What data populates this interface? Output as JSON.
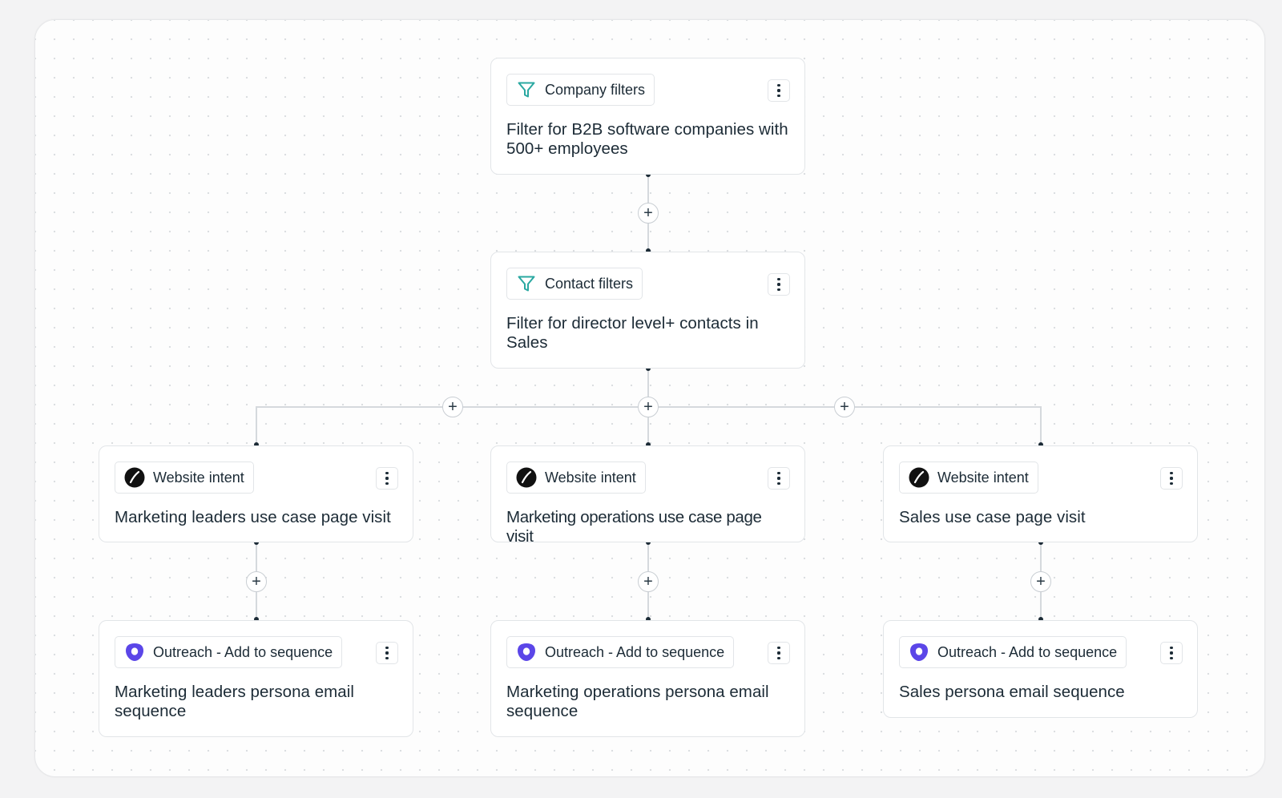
{
  "colors": {
    "filter_icon": "#2aa8a1",
    "outreach_icon": "#5b46e8",
    "intent_icon": "#111111",
    "connector": "#d5d9dd",
    "dot": "#1c2b36"
  },
  "nodes": {
    "company": {
      "chip_label": "Company filters",
      "icon": "funnel-filter-icon",
      "description": "Filter for B2B software companies with 500+ employees"
    },
    "contact": {
      "chip_label": "Contact filters",
      "icon": "funnel-filter-icon",
      "description": "Filter for director level+ contacts in Sales"
    },
    "intent": [
      {
        "chip_label": "Website intent",
        "icon": "website-intent-icon",
        "description": "Marketing leaders use case page visit"
      },
      {
        "chip_label": "Website intent",
        "icon": "website-intent-icon",
        "description": "Marketing operations use case page visit"
      },
      {
        "chip_label": "Website intent",
        "icon": "website-intent-icon",
        "description": "Sales use case page visit"
      }
    ],
    "outreach": [
      {
        "chip_label": "Outreach - Add to sequence",
        "icon": "outreach-icon",
        "description": "Marketing leaders persona email sequence"
      },
      {
        "chip_label": "Outreach - Add to sequence",
        "icon": "outreach-icon",
        "description": "Marketing operations persona email sequence"
      },
      {
        "chip_label": "Outreach - Add to sequence",
        "icon": "outreach-icon",
        "description": "Sales persona email sequence"
      }
    ]
  },
  "add_step_symbol": "+"
}
